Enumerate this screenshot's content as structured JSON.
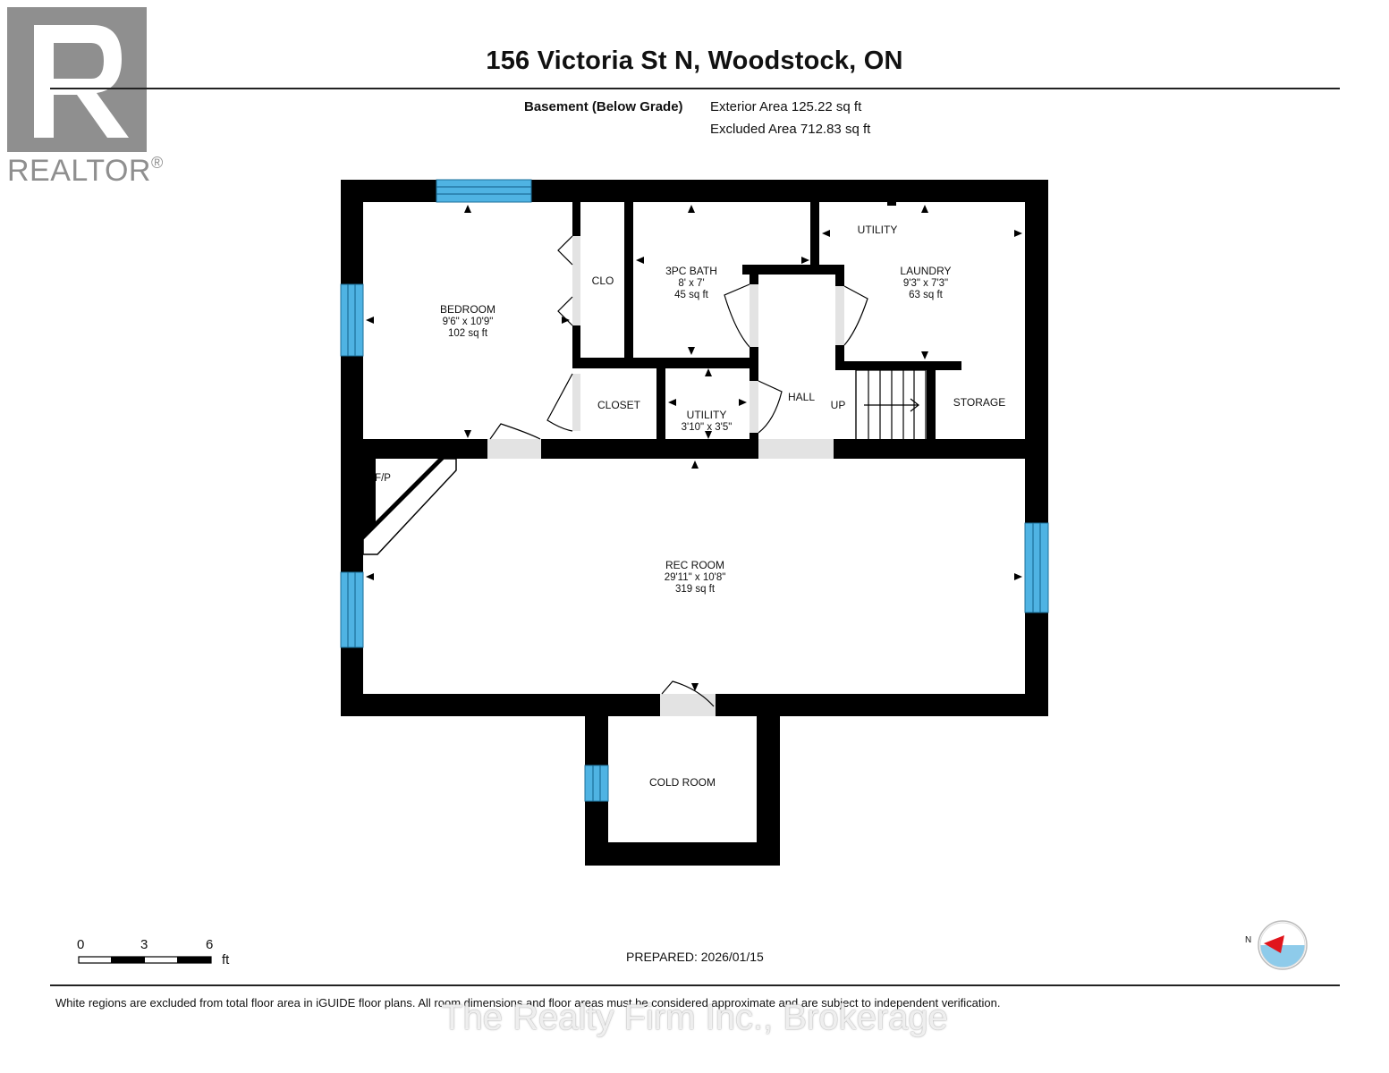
{
  "logo": {
    "text": "REALTOR",
    "mark": "®"
  },
  "header": {
    "title": "156 Victoria St N, Woodstock, ON",
    "floor_label": "Basement (Below Grade)",
    "exterior_area": "Exterior Area 125.22 sq ft",
    "excluded_area": "Excluded Area 712.83 sq ft"
  },
  "rooms": {
    "bedroom": {
      "name": "BEDROOM",
      "dims": "9'6\" x 10'9\"",
      "area": "102 sq ft"
    },
    "clo": {
      "name": "CLO"
    },
    "bath": {
      "name": "3PC BATH",
      "dims": "8' x 7'",
      "area": "45 sq ft"
    },
    "utility_top": {
      "name": "UTILITY"
    },
    "laundry": {
      "name": "LAUNDRY",
      "dims": "9'3\" x 7'3\"",
      "area": "63 sq ft"
    },
    "closet": {
      "name": "CLOSET"
    },
    "utility": {
      "name": "UTILITY",
      "dims": "3'10\" x 3'5\""
    },
    "hall": {
      "name": "HALL"
    },
    "up": {
      "name": "UP"
    },
    "storage": {
      "name": "STORAGE"
    },
    "fp": {
      "name": "F/P"
    },
    "rec_room": {
      "name": "REC ROOM",
      "dims": "29'11\" x 10'8\"",
      "area": "319 sq ft"
    },
    "cold_room": {
      "name": "COLD ROOM"
    }
  },
  "colors": {
    "wall": "#000000",
    "window": "#4fb3e3",
    "door_fill": "#e3e3e3",
    "compass_red": "#e0151c",
    "compass_blue": "#8ecbea"
  },
  "scale_bar": {
    "labels": [
      "0",
      "3",
      "6"
    ],
    "unit": "ft"
  },
  "compass": {
    "label": "N"
  },
  "footer": {
    "prepared": "PREPARED: 2026/01/15",
    "disclaimer": "White regions are excluded from total floor area in iGUIDE floor plans. All room dimensions and floor areas must be considered approximate and are subject to independent verification.",
    "watermark": "The Realty Firm Inc., Brokerage"
  }
}
